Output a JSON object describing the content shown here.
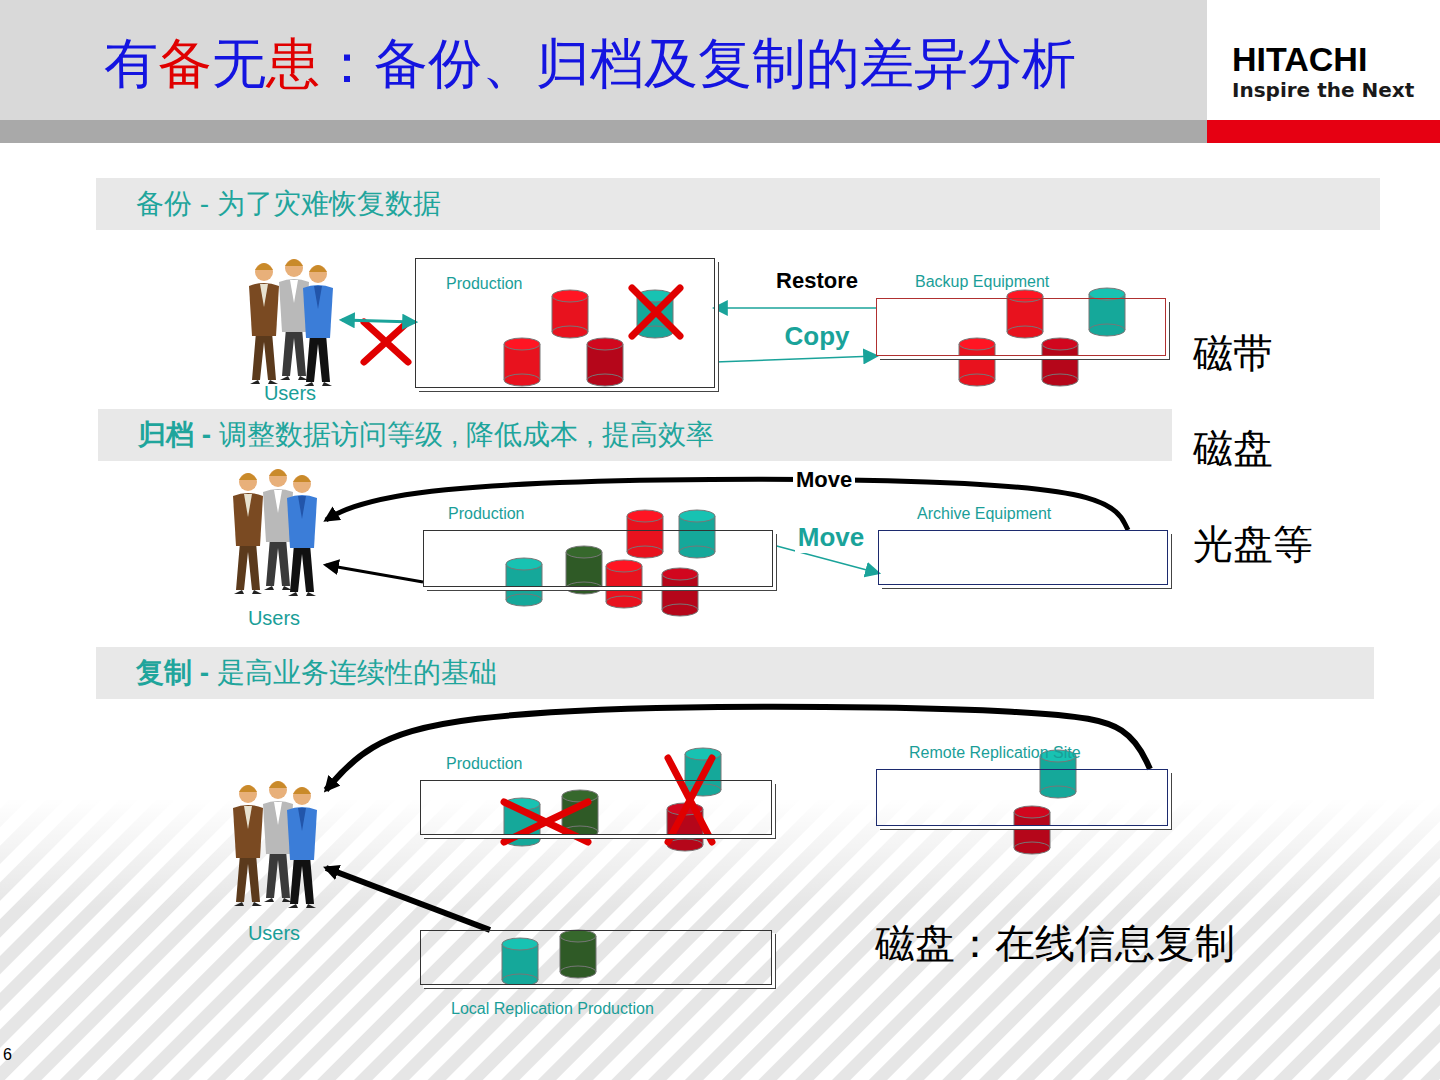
{
  "diagram": {
    "title": "有备无患：备份、归档及复制的差异分析",
    "nodes": [
      {
        "text": [
          "备份 - 为了灾难恢复数据"
        ]
      },
      {
        "text": [
          "Users"
        ]
      },
      {
        "text": [
          "Production"
        ]
      },
      {
        "text": [
          "Backup Equipment"
        ]
      },
      {
        "text": [
          "归档 - 调整数据访问等级 , 降低成本 , 提高效率"
        ]
      },
      {
        "text": [
          "Users"
        ]
      },
      {
        "text": [
          "Production"
        ]
      },
      {
        "text": [
          "Archive Equipment"
        ]
      },
      {
        "text": [
          "复制 - 是高业务连续性的基础"
        ]
      },
      {
        "text": [
          "Users"
        ]
      },
      {
        "text": [
          "Production"
        ]
      },
      {
        "text": [
          "Remote Replication Site"
        ]
      },
      {
        "text": [
          "Local Replication Production"
        ]
      }
    ],
    "edges": [
      {
        "from": 1,
        "to": 2,
        "arrow": "both"
      },
      {
        "from": 3,
        "to": 2,
        "label": "Restore",
        "arrow": "to"
      },
      {
        "from": 2,
        "to": 3,
        "label": "Copy",
        "arrow": "to"
      },
      {
        "from": 6,
        "to": 7,
        "label": "Move",
        "arrow": "to"
      },
      {
        "from": 7,
        "to": 5,
        "label": "Move",
        "arrow": "to"
      },
      {
        "from": 6,
        "to": 5,
        "arrow": "to"
      },
      {
        "from": 11,
        "to": 9,
        "arrow": "to"
      },
      {
        "from": 12,
        "to": 9,
        "arrow": "to"
      }
    ],
    "labels": [
      "HITACHI",
      "Inspire the Next",
      "磁带",
      "磁盘",
      "光盘等",
      "磁盘：在线信息复制",
      "6"
    ]
  }
}
